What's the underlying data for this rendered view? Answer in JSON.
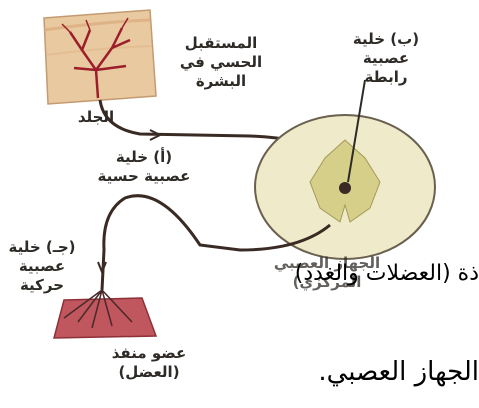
{
  "labels": {
    "receptor": [
      "المستقبل",
      "الحسي في",
      "البشرة"
    ],
    "skin": "الجلد",
    "sensory_neuron": [
      "(أ) خلية",
      "عصبية حسية"
    ],
    "interneuron": [
      "(ب) خلية",
      "عصبية",
      "رابطة"
    ],
    "motor_neuron": [
      "(جـ) خلية",
      "عصبية",
      "حركية"
    ],
    "effector": [
      "عضو منفذ",
      "(العضل)"
    ],
    "cns_partial": [
      "الجهاز العصبي",
      "المركزي)"
    ]
  },
  "overlay_text": {
    "line1": "ذة (العضلات والغدد)",
    "line2": "الجهاز العصبي."
  },
  "colors": {
    "skin": "#e9c9a0",
    "capillary": "#9b1e2a",
    "muscle": "#c0565e",
    "nerve": "#3a2a24",
    "cord": "#efeac9",
    "grey_matter": "#d6cf8a"
  }
}
